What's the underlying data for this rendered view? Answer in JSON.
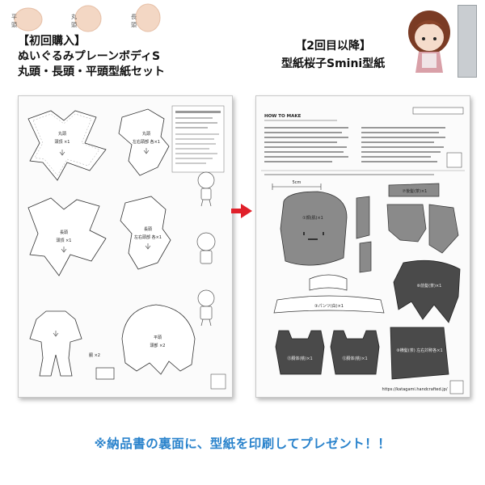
{
  "header_left": {
    "heads": [
      {
        "label": "平頭"
      },
      {
        "label": "丸頭"
      },
      {
        "label": "長頭"
      }
    ],
    "title_line1": "【初回購入】",
    "title_line2": "ぬいぐるみプレーンボディS",
    "title_line3": "丸頭・長頭・平頭型紙セット"
  },
  "header_right": {
    "title_line1": "【2回目以降】",
    "title_line2": "型紙桜子Smini型紙"
  },
  "left_sheet": {
    "labels": {
      "piece1": "丸頭",
      "piece1_count": "頭頂 ×1",
      "piece2": "丸頭",
      "piece2_count": "左右頭部 各×1",
      "piece3": "長頭",
      "piece3_count": "頭頂 ×1",
      "piece4": "長頭",
      "piece4_count": "左右頭部 各×1",
      "piece5_count": "胴 ×2",
      "piece6": "平頭",
      "piece6_count": "頭部 ×2"
    }
  },
  "right_sheet": {
    "heading": "HOW TO MAKE",
    "labels": {
      "scale": "5cm",
      "face": "①顔(肌)×1",
      "back_hair": "⑦後髪(茶)×1",
      "bangs": "⑥前髪(茶)×1",
      "pants": "③パンツ(白)×1",
      "side_hair": "⑧横髪(茶) 左右対称各×1",
      "body_left": "⑬胴体(桃)×1",
      "body_right": "⑫胴体(桃)×1",
      "url": "https://katagami.handcrafted.jp/"
    }
  },
  "footer": {
    "note": "※納品書の裏面に、型紙を印刷してプレゼント！！"
  },
  "colors": {
    "accent_blue": "#2a83cc",
    "arrow_red": "#e0202a",
    "sheet_gray": "#8a8a8a",
    "hair_dark": "#4a4a4a",
    "skin": "#f3d7c4"
  }
}
